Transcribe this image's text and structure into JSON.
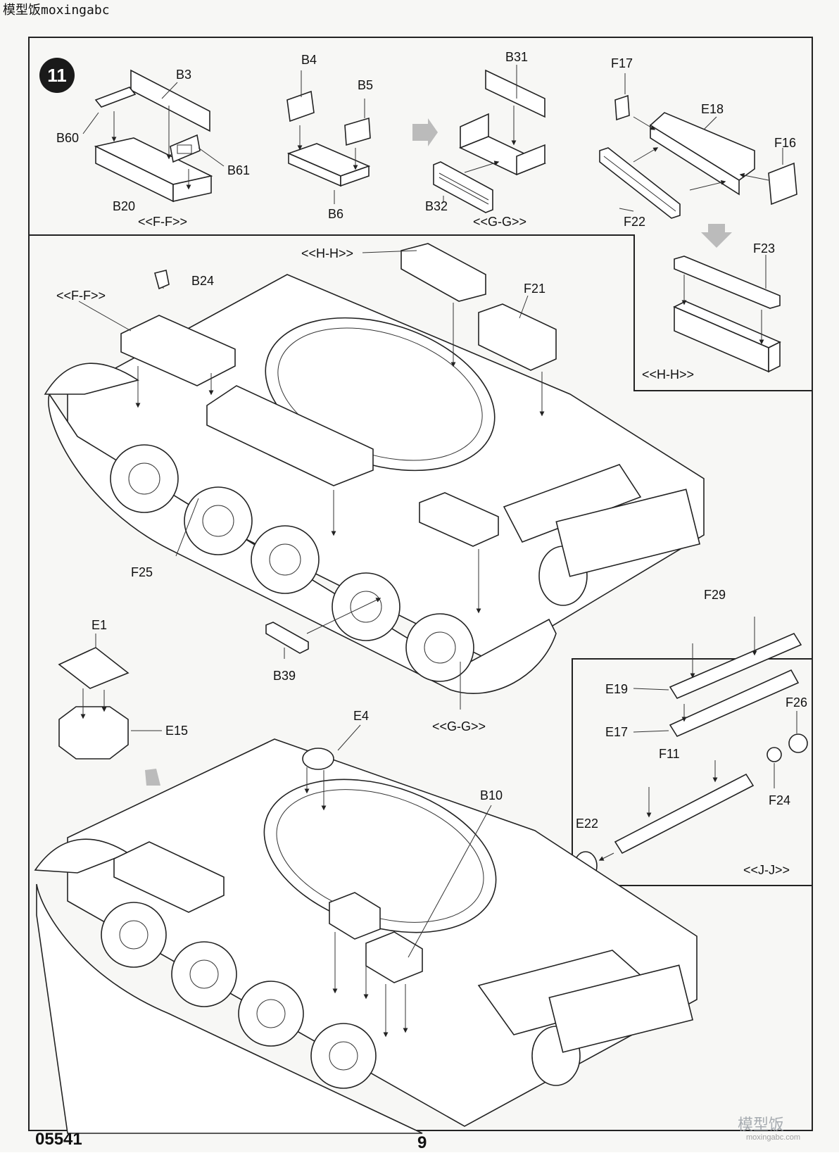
{
  "header": {
    "watermark": "模型饭moxingabc"
  },
  "step": {
    "number": "11"
  },
  "labels": {
    "B3": "B3",
    "B4": "B4",
    "B5": "B5",
    "B31": "B31",
    "F17": "F17",
    "E18": "E18",
    "F16": "F16",
    "B60": "B60",
    "B61": "B61",
    "B20": "B20",
    "FF_top": "<<F-F>>",
    "B6": "B6",
    "B32": "B32",
    "GG_top": "<<G-G>>",
    "F22": "F22",
    "HH_main": "<<H-H>>",
    "F23": "F23",
    "HH_box": "<<H-H>>",
    "B24": "B24",
    "FF_main": "<<F-F>>",
    "F21": "F21",
    "F25": "F25",
    "F29": "F29",
    "E1": "E1",
    "B39": "B39",
    "E19": "E19",
    "F26": "F26",
    "E15": "E15",
    "E4": "E4",
    "GG_main": "<<G-G>>",
    "E17": "E17",
    "F11": "F11",
    "F24": "F24",
    "B10": "B10",
    "E22": "E22",
    "JJ": "<<J-J>>"
  },
  "icons": [
    "step-badge",
    "insert-arrow",
    "next-stage-arrow",
    "tank-hull-drawing"
  ],
  "footer": {
    "code": "05541",
    "page": "9"
  },
  "watermark_bottom": {
    "cn": "模型饭",
    "url": "moxingabc.com"
  }
}
